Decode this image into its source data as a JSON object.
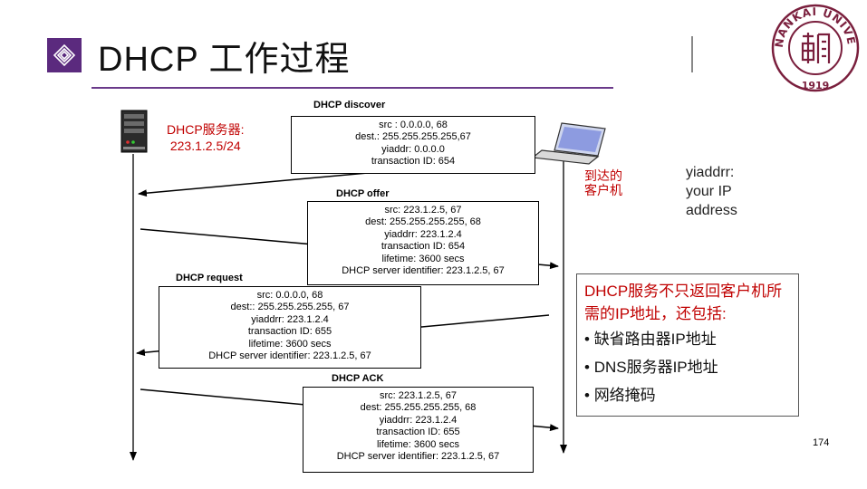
{
  "slide": {
    "title": "DHCP 工作过程",
    "page_number": "174",
    "university_seal": "NANKAI UNIVERSITY 1919 南開"
  },
  "diagram": {
    "server_label": [
      "DHCP服务器:",
      "223.1.2.5/24"
    ],
    "client_label": [
      "到达的",
      "客户机"
    ],
    "yiaddr_note": [
      "yiaddrr:",
      "your IP",
      "address"
    ],
    "messages": [
      {
        "name": "DHCP discover",
        "lines": [
          "src : 0.0.0.0, 68",
          "dest.: 255.255.255.255,67",
          "yiaddr:    0.0.0.0",
          "transaction ID: 654"
        ]
      },
      {
        "name": "DHCP offer",
        "lines": [
          "src: 223.1.2.5, 67",
          "dest:  255.255.255.255, 68",
          "yiaddrr: 223.1.2.4",
          "transaction ID: 654",
          "lifetime: 3600 secs",
          "DHCP server identifier: 223.1.2.5, 67"
        ]
      },
      {
        "name": "DHCP request",
        "lines": [
          "src:  0.0.0.0, 68",
          "dest::  255.255.255.255, 67",
          "yiaddrr: 223.1.2.4",
          "transaction ID: 655",
          "lifetime: 3600 secs",
          "DHCP server identifier: 223.1.2.5, 67"
        ]
      },
      {
        "name": "DHCP ACK",
        "lines": [
          "src: 223.1.2.5, 67",
          "dest:  255.255.255.255, 68",
          "yiaddrr: 223.1.2.4",
          "transaction ID: 655",
          "lifetime: 3600 secs",
          "DHCP server identifier: 223.1.2.5, 67"
        ]
      }
    ]
  },
  "info_box": {
    "heading": "DHCP服务不只返回客户机所需的IP地址，还包括:",
    "items": [
      "缺省路由器IP地址",
      "DNS服务器IP地址",
      "网络掩码"
    ]
  },
  "colors": {
    "accent": "#5b2a7e",
    "highlight": "#c00000",
    "seal": "#7a1f3d"
  }
}
